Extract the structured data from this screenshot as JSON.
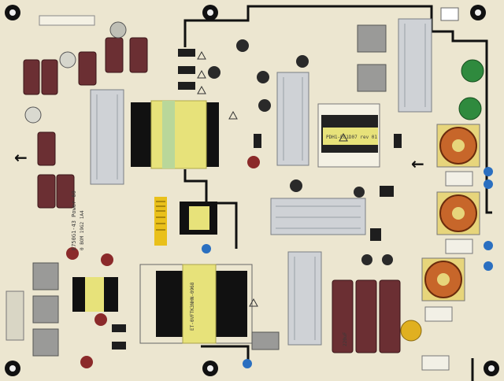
{
  "board": {
    "model_line": "E750G1-43 Power 60",
    "part_line": "0 BOM 19G2 1A4",
    "xfmr_main_label": "ET-0VFTK3NHN-0968",
    "xfmr_pfc_label": "PDH1-EG1D07 rev 01",
    "cap_label": "220uF"
  },
  "colors": {
    "pcb": "#ece6d0",
    "trace": "#111111",
    "transformer_yellow": "#e7e27a",
    "choke_copper": "#c7662a",
    "green_part": "#2f8a3e",
    "electrolytic": "#6b2f33",
    "heatsink": "#cfd2d6",
    "blue_cap": "#2a6fc0"
  },
  "icons": [
    "arrow-left-icon",
    "mounting-hole-icon",
    "ground-symbol-icon"
  ]
}
